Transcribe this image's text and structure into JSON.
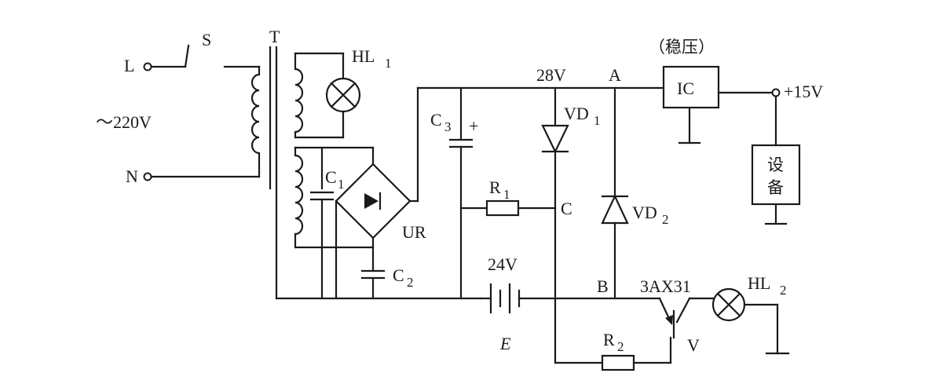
{
  "labels": {
    "L": "L",
    "N": "N",
    "S": "S",
    "T": "T",
    "mains": "～220V",
    "HL1": "HL",
    "HL1_sub": "1",
    "C1": "C",
    "C1_sub": "1",
    "C2": "C",
    "C2_sub": "2",
    "UR": "UR",
    "C3": "C",
    "C3_sub": "3",
    "C3_plus": "+",
    "v28": "28V",
    "A": "A",
    "VD1": "VD",
    "VD1_sub": "1",
    "regulator_note": "（稳压）",
    "IC": "IC",
    "v15": "+15V",
    "equip_1": "设",
    "equip_2": "备",
    "R1": "R",
    "R1_sub": "1",
    "C": "C",
    "VD2": "VD",
    "VD2_sub": "2",
    "v24": "24V",
    "E": "E",
    "B": "B",
    "transistor": "3AX31",
    "HL2": "HL",
    "HL2_sub": "2",
    "R2": "R",
    "R2_sub": "2",
    "V": "V"
  }
}
